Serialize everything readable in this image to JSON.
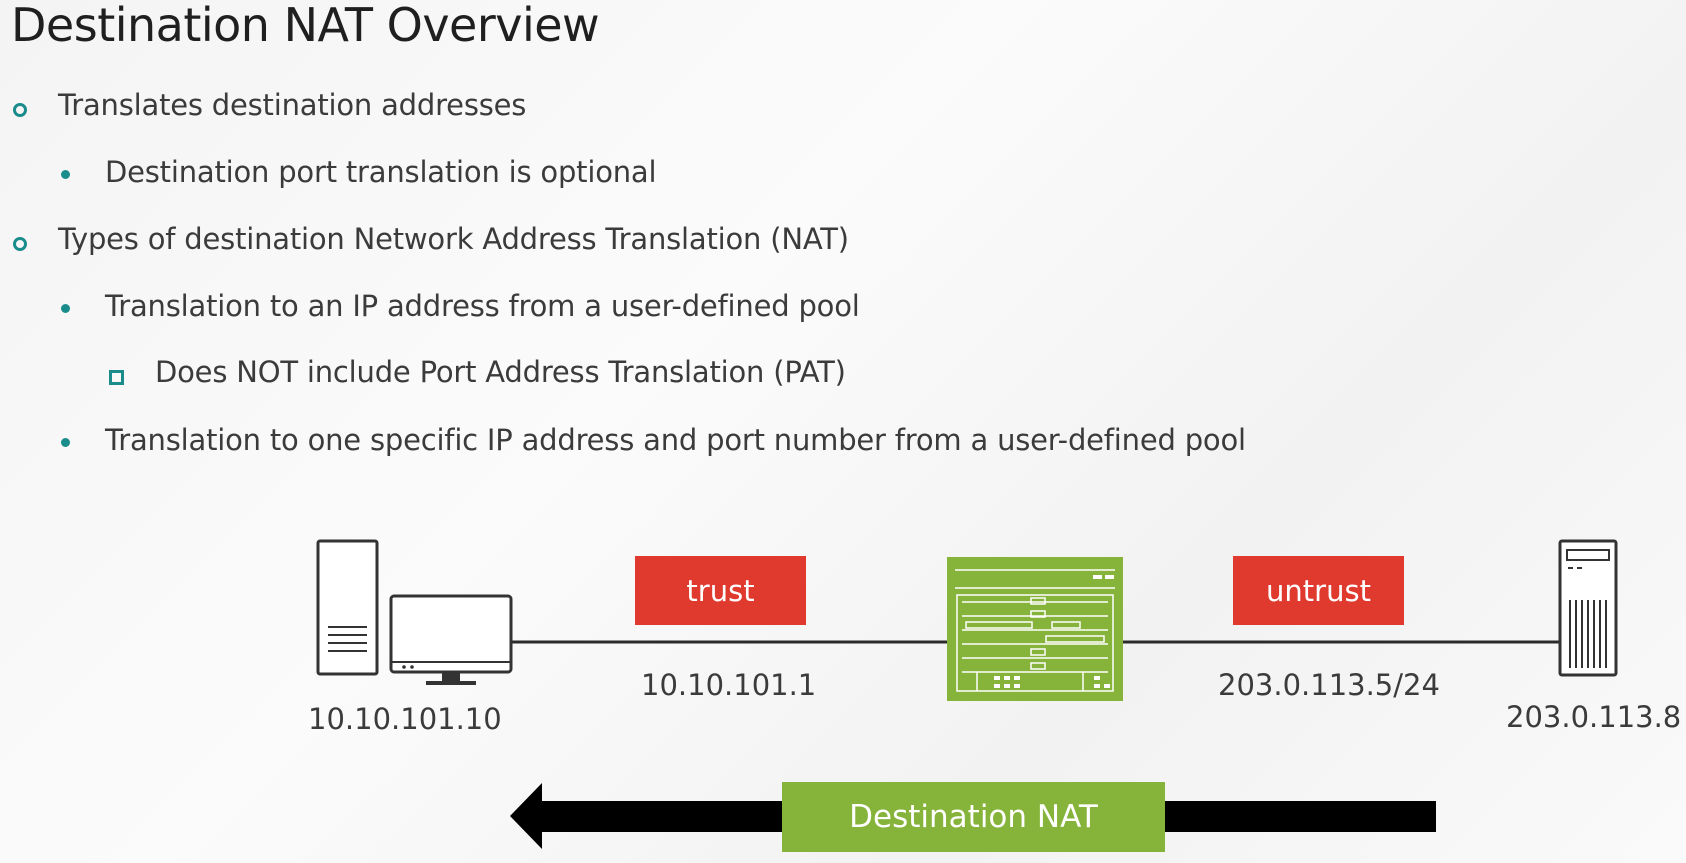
{
  "slide": {
    "title": "Destination NAT Overview",
    "bullets": [
      {
        "level": 1,
        "text": "Translates destination addresses"
      },
      {
        "level": 2,
        "text": "Destination port translation is optional"
      },
      {
        "level": 1,
        "text": "Types of destination Network Address Translation (NAT)"
      },
      {
        "level": 2,
        "text": "Translation to an IP address from a user-defined pool"
      },
      {
        "level": 3,
        "text": "Does NOT include Port Address Translation (PAT)"
      },
      {
        "level": 2,
        "text": "Translation to one specific IP address and port number from a user-defined pool"
      }
    ]
  },
  "diagram": {
    "host_ip": "10.10.101.10",
    "trust_zone": "trust",
    "trust_ip": "10.10.101.1",
    "untrust_zone": "untrust",
    "untrust_ip": "203.0.113.5/24",
    "server_ip": "203.0.113.8",
    "flow_label": "Destination NAT",
    "colors": {
      "zone": "#e03a2f",
      "device": "#86b33a",
      "accent": "#1a8c8c"
    }
  }
}
